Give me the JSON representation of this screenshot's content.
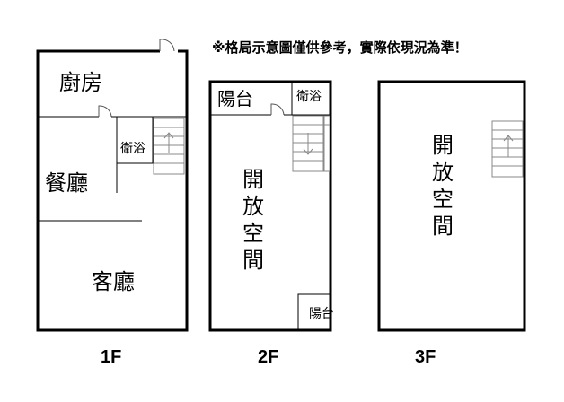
{
  "note": "※格局示意圖僅供參考，實際依現況為準！",
  "floors": [
    {
      "label": "1F",
      "rooms": {
        "kitchen": "廚房",
        "bath": "衛浴",
        "dining": "餐廳",
        "living": "客廳"
      }
    },
    {
      "label": "2F",
      "rooms": {
        "balcony_top": "陽台",
        "bath": "衛浴",
        "open_space": [
          "開",
          "放",
          "空",
          "間"
        ],
        "balcony_bottom": "陽台"
      }
    },
    {
      "label": "3F",
      "rooms": {
        "open_space": [
          "開",
          "放",
          "空",
          "間"
        ]
      }
    }
  ]
}
